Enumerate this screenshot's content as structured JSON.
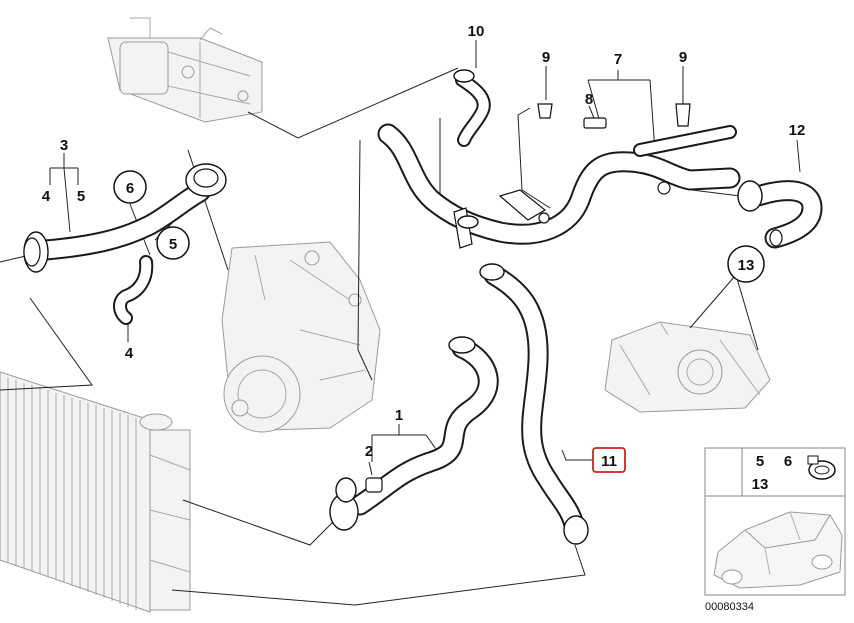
{
  "callouts": {
    "c1": "1",
    "c2": "2",
    "c3": "3",
    "c4a": "4",
    "c4b": "4",
    "c5a": "5",
    "c5b": "5",
    "c6": "6",
    "c7": "7",
    "c8": "8",
    "c9a": "9",
    "c9b": "9",
    "c10": "10",
    "c11": "11",
    "c12": "12",
    "c13": "13"
  },
  "legend_box": {
    "l5": "5",
    "l6": "6",
    "l13": "13"
  },
  "diagram_id": "00080334",
  "colors": {
    "highlight": "#cc2222",
    "line": "#222222",
    "ghost": "#9a9a9a"
  }
}
